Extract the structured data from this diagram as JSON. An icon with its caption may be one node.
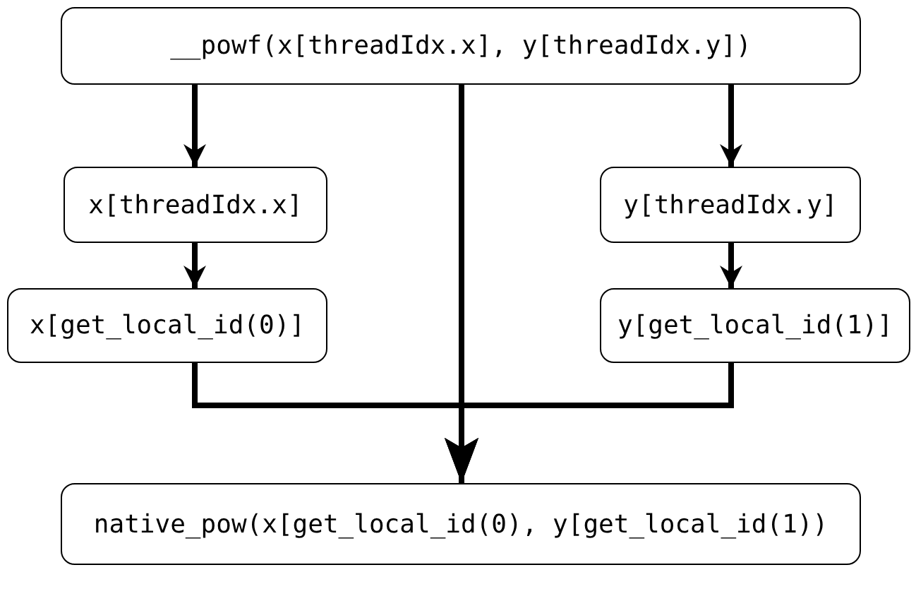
{
  "diagram": {
    "nodes": [
      {
        "text": [
          "__powf(x[threadIdx.x], y[threadIdx.y])"
        ]
      },
      {
        "text": [
          "x[threadIdx.x]"
        ]
      },
      {
        "text": [
          "y[threadIdx.y]"
        ]
      },
      {
        "text": [
          "x[get_local_id(0)]"
        ]
      },
      {
        "text": [
          "y[get_local_id(1)]"
        ]
      },
      {
        "text": [
          "native_pow(x[get_local_id(0), y[get_local_id(1))"
        ]
      }
    ],
    "edges": [
      {
        "from": 0,
        "to": 1,
        "arrow": "to"
      },
      {
        "from": 0,
        "to": 2,
        "arrow": "to"
      },
      {
        "from": 1,
        "to": 3,
        "arrow": "to"
      },
      {
        "from": 2,
        "to": 4,
        "arrow": "to"
      },
      {
        "from": 0,
        "to": 5,
        "arrow": "to"
      },
      {
        "from": 3,
        "to": 5,
        "arrow": "to"
      },
      {
        "from": 4,
        "to": 5,
        "arrow": "to"
      }
    ]
  }
}
